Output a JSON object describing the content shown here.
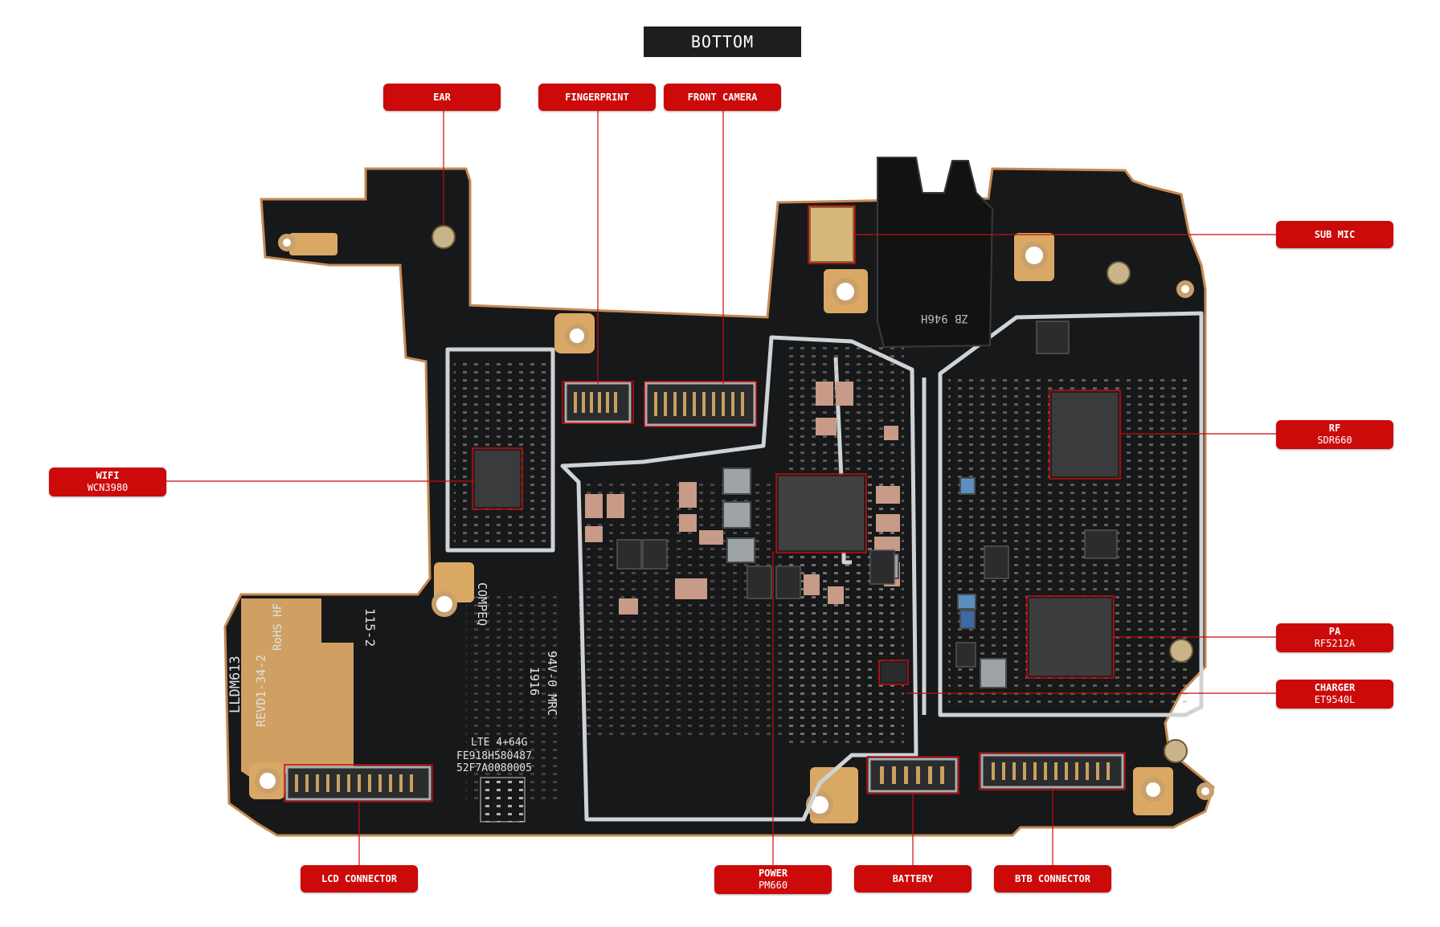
{
  "title": "BOTTOM",
  "labels": {
    "ear": {
      "name": "EAR"
    },
    "fingerprint": {
      "name": "FINGERPRINT"
    },
    "front_camera": {
      "name": "FRONT CAMERA"
    },
    "sub_mic": {
      "name": "SUB MIC"
    },
    "wifi": {
      "name": "WIFI",
      "chip": "WCN3980"
    },
    "rf": {
      "name": "RF",
      "chip": "SDR660"
    },
    "pa": {
      "name": "PA",
      "chip": "RF5212A"
    },
    "charger": {
      "name": "CHARGER",
      "chip": "ET9540L"
    },
    "lcd_connector": {
      "name": "LCD CONNECTOR"
    },
    "power": {
      "name": "POWER",
      "chip": "PM660"
    },
    "battery": {
      "name": "BATTERY"
    },
    "btb_connector": {
      "name": "BTB CONNECTOR"
    }
  },
  "board_markings": {
    "model": "LLDM613",
    "revision": "REVD1-34-2",
    "rohs": "RoHS HF",
    "code": "115-2",
    "maker": "COMPEQ",
    "rating": "94V-0 MRC",
    "date_code": "1916",
    "lte": "LTE 4+64G",
    "serial1": "FE918H580487",
    "serial2": "52F7A0080005",
    "jack": "ZB 946H"
  },
  "colors": {
    "label_red": "#cc0a0a",
    "title_bg": "#1e1e1e",
    "board": "#17181a",
    "gold": "#d9a865",
    "shield": "#cfd3d6",
    "leader": "#cc0a0a"
  }
}
